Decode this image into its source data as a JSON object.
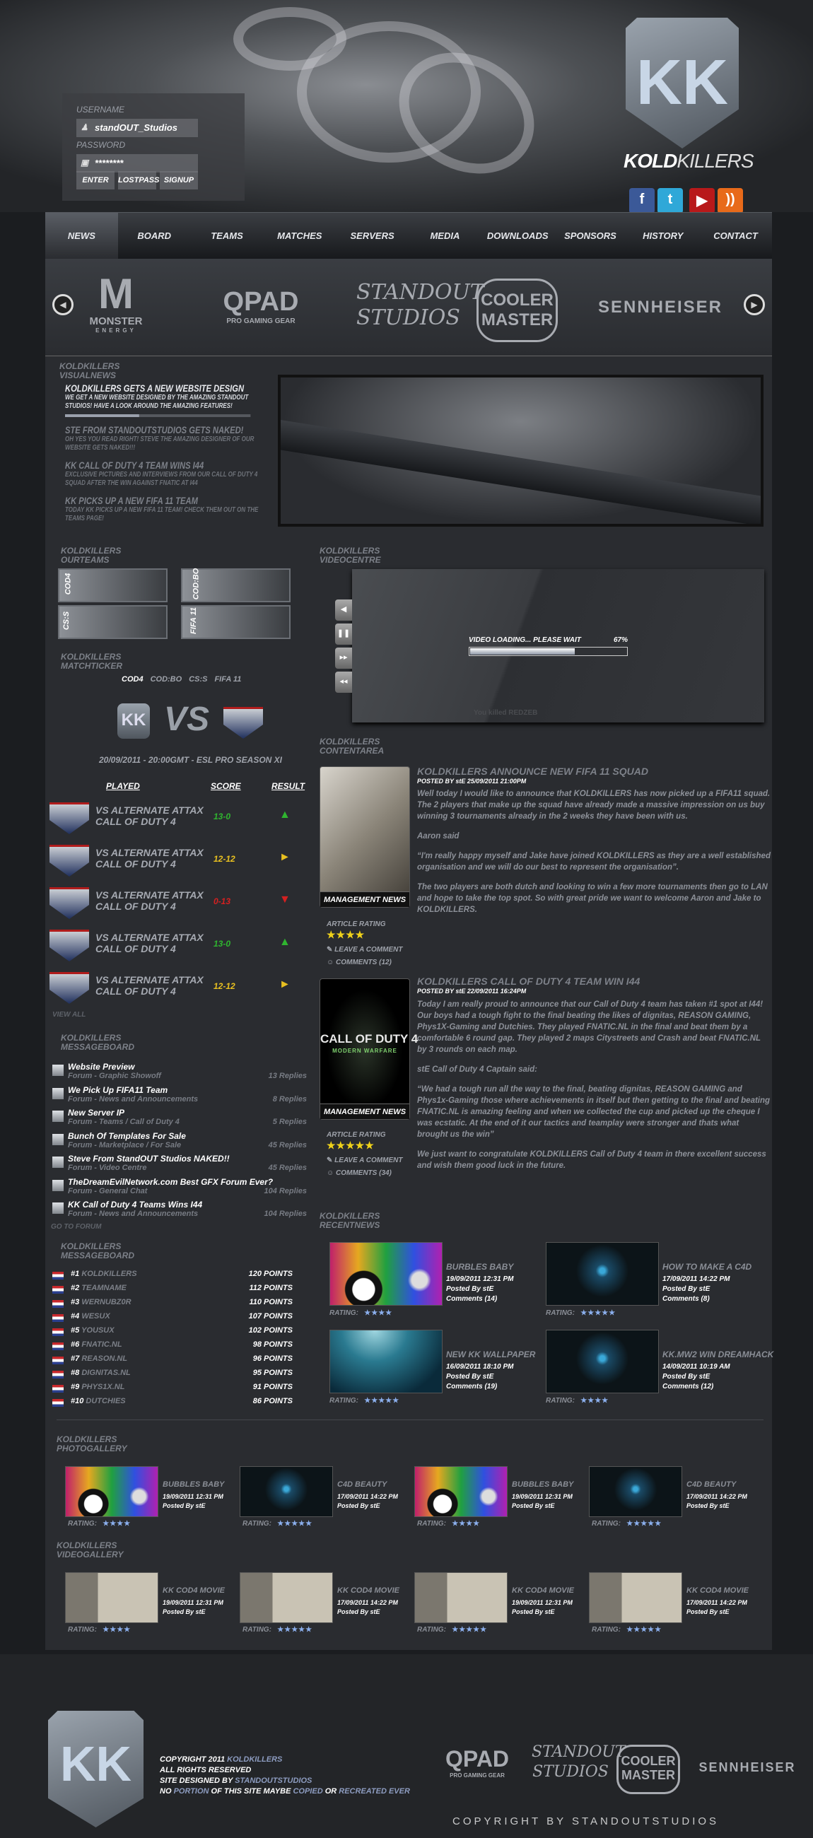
{
  "login": {
    "username_label": "USERNAME",
    "username_value": "standOUT_Studios",
    "password_label": "PASSWORD",
    "password_value": "********",
    "enter": "ENTER",
    "lostpass": "LOSTPASS",
    "signup": "SIGNUP"
  },
  "brand": {
    "bold": "KOLD",
    "light": "KILLERS",
    "logo": "KK"
  },
  "social": [
    {
      "name": "facebook",
      "glyph": "f",
      "color": "#3b5998"
    },
    {
      "name": "twitter",
      "glyph": "t",
      "color": "#2fa8d8"
    },
    {
      "name": "youtube",
      "glyph": "▶",
      "color": "#b8191a"
    },
    {
      "name": "rss",
      "glyph": "))",
      "color": "#e86a1a"
    }
  ],
  "nav": [
    "NEWS",
    "BOARD",
    "TEAMS",
    "MATCHES",
    "SERVERS",
    "MEDIA",
    "DOWNLOADS",
    "SPONSORS",
    "HISTORY",
    "CONTACT"
  ],
  "sponsors": {
    "monster": "MONSTER",
    "monster_sub": "ENERGY",
    "qpad": "QPAD",
    "qpad_sub": "PRO GAMING GEAR",
    "standout": "STANDOUT STUDIOS",
    "cooler": "COOLER MASTER",
    "sennheiser": "SENNHEISER"
  },
  "section_prefix": "KOLDKILLERS",
  "sections": {
    "visualnews": "VISUALNEWS",
    "ourteams": "OURTEAMS",
    "matchticker": "MATCHTICKER",
    "messageboard": "MESSAGEBOARD",
    "ranking": "MESSAGEBOARD",
    "videocentre": "VIDEOCENTRE",
    "contentarea": "CONTENTAREA",
    "recentnews": "RECENTNEWS",
    "photogallery": "PHOTOGALLERY",
    "videogallery": "VIDEOGALLERY"
  },
  "visualnews": [
    {
      "title": "KOLDKILLERS GETS A NEW WEBSITE DESIGN",
      "text": "WE GET A NEW WEBSITE DESIGNED BY THE AMAZING STANDOUT STUDIOS! HAVE A LOOK AROUND THE AMAZING FEATURES!"
    },
    {
      "title": "STE FROM STANDOUTSTUDIOS GETS NAKED!",
      "text": "OH YES YOU READ RIGHT! STEVE THE AMAZING DESIGNER OF OUR WEBSITE GETS NAKED!!!"
    },
    {
      "title": "KK CALL OF DUTY 4 TEAM WINS I44",
      "text": "EXCLUSIVE PICTURES AND INTERVIEWS FROM OUR CALL OF DUTY 4 SQUAD AFTER THE WIN AGAINST FNATIC AT I44"
    },
    {
      "title": "KK PICKS UP A NEW FIFA 11 TEAM",
      "text": "TODAY KK PICKS UP A NEW FIFA 11 TEAM! CHECK THEM OUT ON THE TEAMS PAGE!"
    }
  ],
  "visualnews_progress": 0.4,
  "teams": [
    "COD4",
    "COD:BO",
    "CS:S",
    "FIFA 11"
  ],
  "ticker": {
    "tabs": [
      "COD4",
      "COD:BO",
      "CS:S",
      "FIFA 11"
    ],
    "vs": "VS",
    "info": "20/09/2011 - 20:00GMT - ESL PRO SEASON XI",
    "headers": [
      "PLAYED",
      "SCORE",
      "RESULT"
    ],
    "rows": [
      {
        "opponent": "VS ALTERNATE ATTAX",
        "game": "CALL OF DUTY 4",
        "score": "13-0",
        "result": "win"
      },
      {
        "opponent": "VS ALTERNATE ATTAX",
        "game": "CALL OF DUTY 4",
        "score": "12-12",
        "result": "draw"
      },
      {
        "opponent": "VS ALTERNATE ATTAX",
        "game": "CALL OF DUTY 4",
        "score": "0-13",
        "result": "loss"
      },
      {
        "opponent": "VS ALTERNATE ATTAX",
        "game": "CALL OF DUTY 4",
        "score": "13-0",
        "result": "win"
      },
      {
        "opponent": "VS ALTERNATE ATTAX",
        "game": "CALL OF DUTY 4",
        "score": "12-12",
        "result": "draw"
      }
    ],
    "view_all": "VIEW ALL"
  },
  "colors": {
    "win": "#2fb52f",
    "draw": "#e8c020",
    "loss": "#d52020"
  },
  "messageboard": {
    "threads": [
      {
        "title": "Website Preview",
        "forum": "Forum - Graphic Showoff",
        "replies": "13 Replies"
      },
      {
        "title": "We Pick Up FIFA11 Team",
        "forum": "Forum - News and Announcements",
        "replies": "8 Replies"
      },
      {
        "title": "New Server IP",
        "forum": "Forum - Teams / Call of Duty 4",
        "replies": "5 Replies"
      },
      {
        "title": "Bunch Of Templates For Sale",
        "forum": "Forum - Marketplace / For Sale",
        "replies": "45 Replies"
      },
      {
        "title": "Steve From StandOUT Studios NAKED!!",
        "forum": "Forum - Video Centre",
        "replies": "45 Replies"
      },
      {
        "title": "TheDreamEvilNetwork.com Best GFX Forum Ever?",
        "forum": "Forum - General Chat",
        "replies": "104 Replies"
      },
      {
        "title": "KK Call of Duty 4 Teams Wins I44",
        "forum": "Forum - News and Announcements",
        "replies": "104 Replies"
      }
    ],
    "go_to_forum": "GO TO FORUM"
  },
  "ranking": [
    {
      "rank": "#1",
      "team": "KOLDKILLERS",
      "points": "120 POINTS"
    },
    {
      "rank": "#2",
      "team": "TEAMNAME",
      "points": "112 POINTS"
    },
    {
      "rank": "#3",
      "team": "WERNUBZ0R",
      "points": "110 POINTS"
    },
    {
      "rank": "#4",
      "team": "WESUX",
      "points": "107 POINTS"
    },
    {
      "rank": "#5",
      "team": "YOUSUX",
      "points": "102 POINTS"
    },
    {
      "rank": "#6",
      "team": "FNATIC.NL",
      "points": "98 POINTS"
    },
    {
      "rank": "#7",
      "team": "REASON.NL",
      "points": "96 POINTS"
    },
    {
      "rank": "#8",
      "team": "DIGNITAS.NL",
      "points": "95 POINTS"
    },
    {
      "rank": "#9",
      "team": "PHYS1X.NL",
      "points": "91 POINTS"
    },
    {
      "rank": "#10",
      "team": "DUTCHIES",
      "points": "86 POINTS"
    }
  ],
  "video": {
    "loading": "VIDEO LOADING... PLEASE WAIT",
    "percent_label": "67%",
    "progress": 0.67,
    "caption": "You killed REDZEB"
  },
  "articles": [
    {
      "title": "KOLDKILLERS ANNOUNCE NEW FIFA 11 SQUAD",
      "posted": "POSTED BY stE 25/09/2011 21:00PM",
      "tag": "MANAGEMENT NEWS",
      "rating_label": "ARTICLE RATING",
      "rating": 4,
      "leave_comment": "LEAVE A COMMENT",
      "comments": "COMMENTS (12)",
      "paragraphs": [
        "Well today I would like to announce that KOLDKILLERS has now picked up a FIFA11 squad. The 2 players that make up the squad have already made a massive impression on us buy winning 3 tournaments already in the 2 weeks they have been with us.",
        "Aaron said",
        "“I'm really happy myself and Jake have joined KOLDKILLERS as they are a well established organisation and we will do our best to represent the organisation”.",
        "The two players are both dutch and looking to win a few more tournaments then go to LAN and hope to take the top spot. So with great pride we want to welcome Aaron and Jake to KOLDKILLERS."
      ]
    },
    {
      "title": "KOLDKILLERS CALL OF DUTY 4 TEAM WIN I44",
      "posted": "POSTED BY stE 22/09/2011 16:24PM",
      "tag": "MANAGEMENT NEWS",
      "image_title": "CALL OF DUTY 4",
      "image_sub": "MODERN WARFARE",
      "rating_label": "ARTICLE RATING",
      "rating": 5,
      "leave_comment": "LEAVE A COMMENT",
      "comments": "COMMENTS (34)",
      "paragraphs": [
        "Today I am really proud to announce that our Call of Duty 4 team has taken #1 spot at I44! Our boys had a tough fight to the final beating the likes of dignitas, REASON GAMING, Phys1X-Gaming and Dutchies. They played FNATIC.NL in the final and beat them by a comfortable 6 round gap. They played 2 maps Citystreets and Crash and beat FNATIC.NL by 3 rounds on each map.",
        "stE Call of Duty 4 Captain said:",
        "“We had a tough run all the way to the final, beating dignitas, REASON GAMING and Phys1x-Gaming those where achievements in itself but then getting to the final and beating FNATIC.NL is amazing feeling and when we collected the cup and picked up the cheque I was ecstatic. At the end of it our tactics and teamplay were stronger and thats what brought us the win”",
        "We just want to congratulate KOLDKILLERS Call of Duty 4 team in there excellent success and wish them good luck in the future."
      ]
    }
  ],
  "recentnews": [
    {
      "title": "BURBLES BABY",
      "date": "19/09/2011 12:31 PM",
      "by": "Posted By stE",
      "comments": "Comments (14)",
      "rating": 4,
      "img": "bub"
    },
    {
      "title": "HOW TO MAKE A C4D",
      "date": "17/09/2011 14:22 PM",
      "by": "Posted By stE",
      "comments": "Comments (8)",
      "rating": 5,
      "img": "c4d"
    },
    {
      "title": "NEW KK WALLPAPER",
      "date": "16/09/2011 18:10 PM",
      "by": "Posted By stE",
      "comments": "Comments (19)",
      "rating": 5,
      "img": "sea"
    },
    {
      "title": "KK.MW2 WIN DREAMHACK",
      "date": "14/09/2011 10:19 AM",
      "by": "Posted By stE",
      "comments": "Comments (12)",
      "rating": 4,
      "img": "c4d"
    }
  ],
  "rating_label": "RATING:",
  "photos": [
    {
      "title": "BUBBLES BABY",
      "date": "19/09/2011 12:31 PM",
      "by": "Posted By stE",
      "rating": 4,
      "img": "bub"
    },
    {
      "title": "C4D BEAUTY",
      "date": "17/09/2011 14:22 PM",
      "by": "Posted By stE",
      "rating": 5,
      "img": "c4d"
    },
    {
      "title": "BUBBLES BABY",
      "date": "19/09/2011 12:31 PM",
      "by": "Posted By stE",
      "rating": 4,
      "img": "bub"
    },
    {
      "title": "C4D BEAUTY",
      "date": "17/09/2011 14:22 PM",
      "by": "Posted By stE",
      "rating": 5,
      "img": "c4d"
    }
  ],
  "videos": [
    {
      "title": "KK COD4 MOVIE",
      "date": "19/09/2011 12:31 PM",
      "by": "Posted By stE",
      "rating": 4,
      "img": "cod"
    },
    {
      "title": "KK COD4 MOVIE",
      "date": "17/09/2011 14:22 PM",
      "by": "Posted By stE",
      "rating": 5,
      "img": "cod"
    },
    {
      "title": "KK COD4 MOVIE",
      "date": "19/09/2011 12:31 PM",
      "by": "Posted By stE",
      "rating": 5,
      "img": "cod"
    },
    {
      "title": "KK COD4 MOVIE",
      "date": "17/09/2011 14:22 PM",
      "by": "Posted By stE",
      "rating": 5,
      "img": "cod"
    }
  ],
  "footer": {
    "l1a": "COPYRIGHT 2011",
    "l1b": "KOLDKILLERS",
    "l2": "ALL RIGHTS RESERVED",
    "l3a": "SITE DESIGNED BY",
    "l3b": "STANDOUTSTUDIOS",
    "l4a": "NO",
    "l4b": "PORTION",
    "l4c": "OF THIS SITE MAYBE",
    "l4d": "COPIED",
    "l4e": "OR",
    "l4f": "RECREATED EVER"
  },
  "watermark": "COPYRIGHT BY STANDOUTSTUDIOS"
}
